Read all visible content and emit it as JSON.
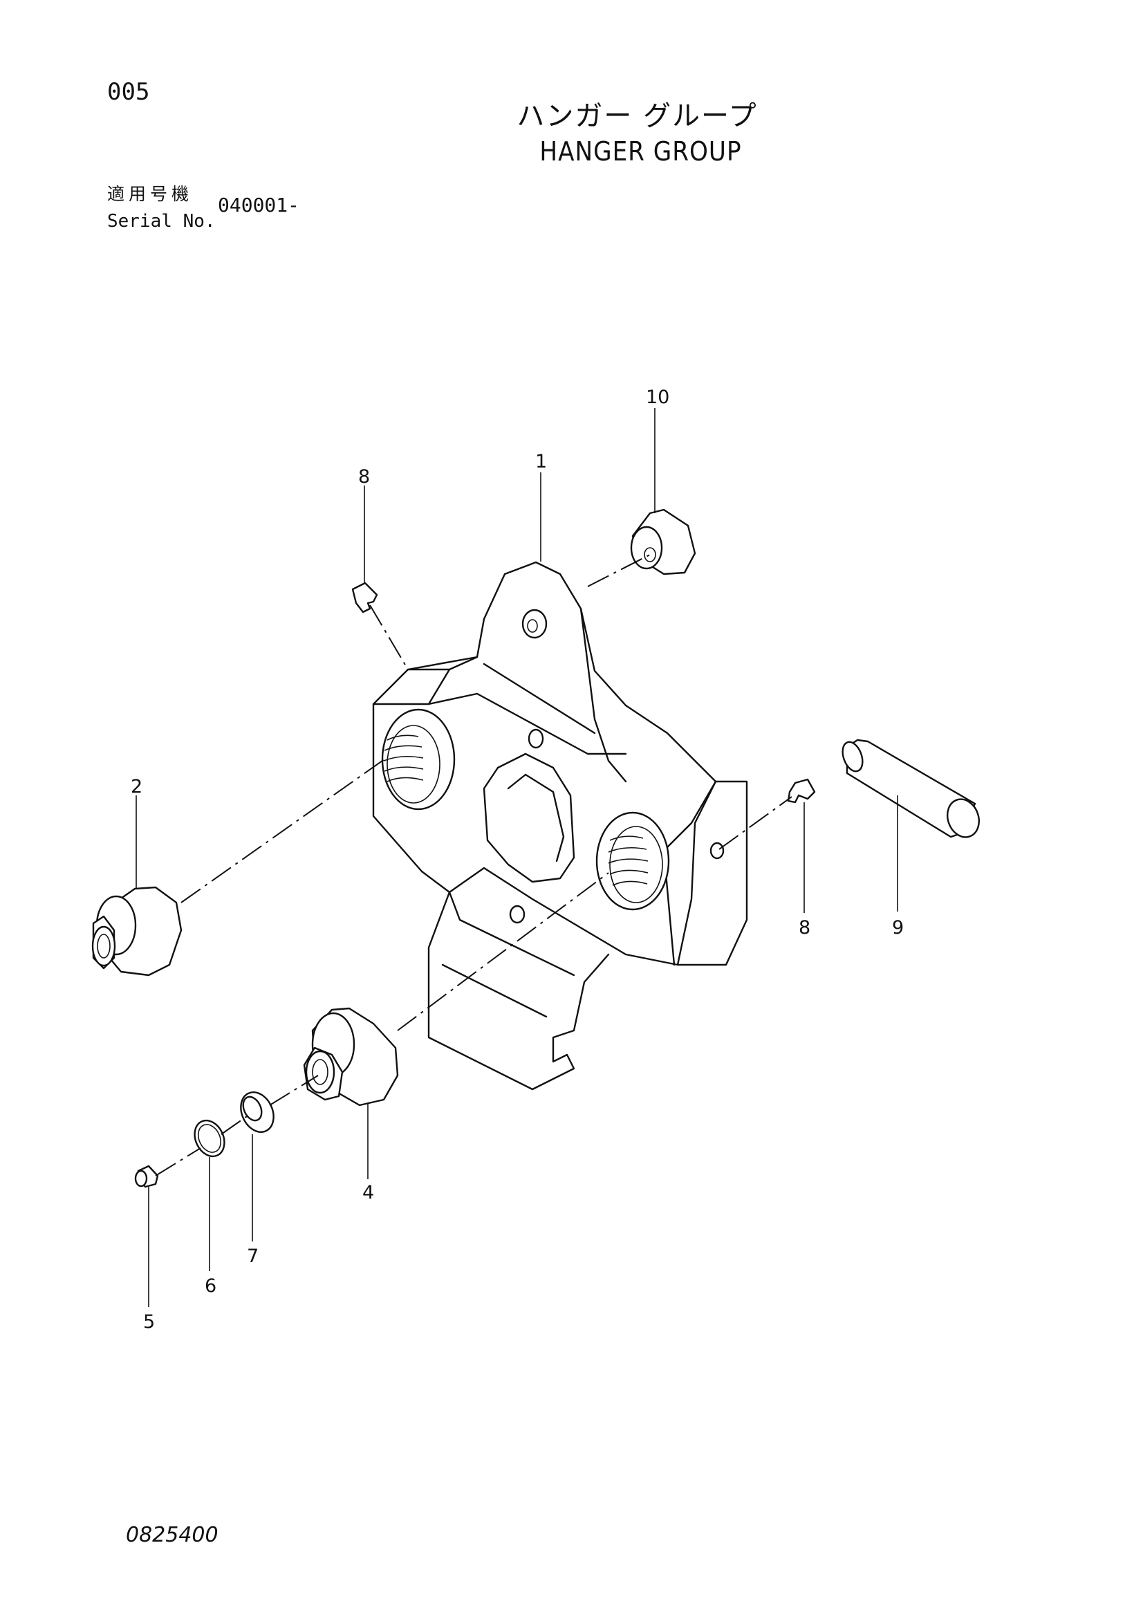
{
  "header": {
    "page_number": "005",
    "title_jp": "ハンガー グループ",
    "title_en": "HANGER GROUP",
    "serial_label_jp": "適用号機",
    "serial_label_en": "Serial No.",
    "serial_value": "040001-"
  },
  "diagram": {
    "callouts": [
      {
        "id": "c1",
        "label": "1"
      },
      {
        "id": "c2",
        "label": "2"
      },
      {
        "id": "c4",
        "label": "4"
      },
      {
        "id": "c5",
        "label": "5"
      },
      {
        "id": "c6",
        "label": "6"
      },
      {
        "id": "c7",
        "label": "7"
      },
      {
        "id": "c8a",
        "label": "8"
      },
      {
        "id": "c8b",
        "label": "8"
      },
      {
        "id": "c9",
        "label": "9"
      },
      {
        "id": "c10",
        "label": "10"
      }
    ]
  },
  "footer": {
    "drawing_code": "0825400"
  }
}
